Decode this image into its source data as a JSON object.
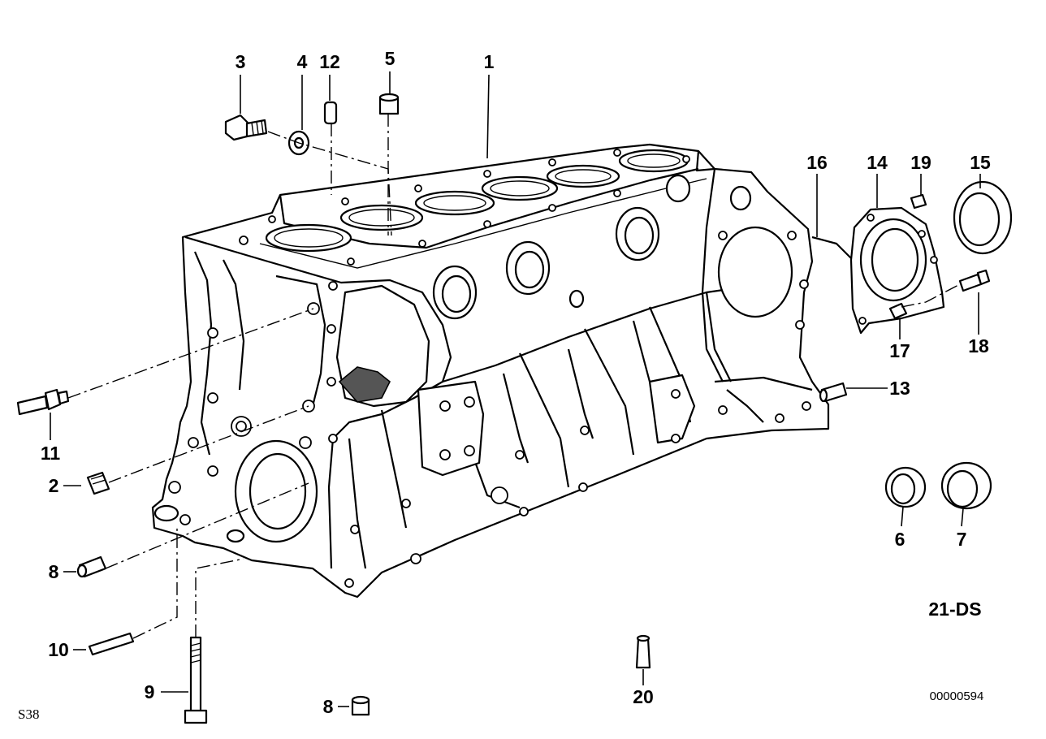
{
  "diagram": {
    "sheet_code": "S38",
    "group_code": "21-DS",
    "reference_number": "00000594",
    "parts": [
      {
        "id": "p1",
        "number": "1"
      },
      {
        "id": "p2",
        "number": "2"
      },
      {
        "id": "p3",
        "number": "3"
      },
      {
        "id": "p4",
        "number": "4"
      },
      {
        "id": "p5",
        "number": "5"
      },
      {
        "id": "p6",
        "number": "6"
      },
      {
        "id": "p7",
        "number": "7"
      },
      {
        "id": "p8a",
        "number": "8"
      },
      {
        "id": "p8b",
        "number": "8"
      },
      {
        "id": "p9",
        "number": "9"
      },
      {
        "id": "p10",
        "number": "10"
      },
      {
        "id": "p11",
        "number": "11"
      },
      {
        "id": "p12",
        "number": "12"
      },
      {
        "id": "p13",
        "number": "13"
      },
      {
        "id": "p14",
        "number": "14"
      },
      {
        "id": "p15",
        "number": "15"
      },
      {
        "id": "p16",
        "number": "16"
      },
      {
        "id": "p17",
        "number": "17"
      },
      {
        "id": "p18",
        "number": "18"
      },
      {
        "id": "p19",
        "number": "19"
      },
      {
        "id": "p20",
        "number": "20"
      }
    ]
  }
}
